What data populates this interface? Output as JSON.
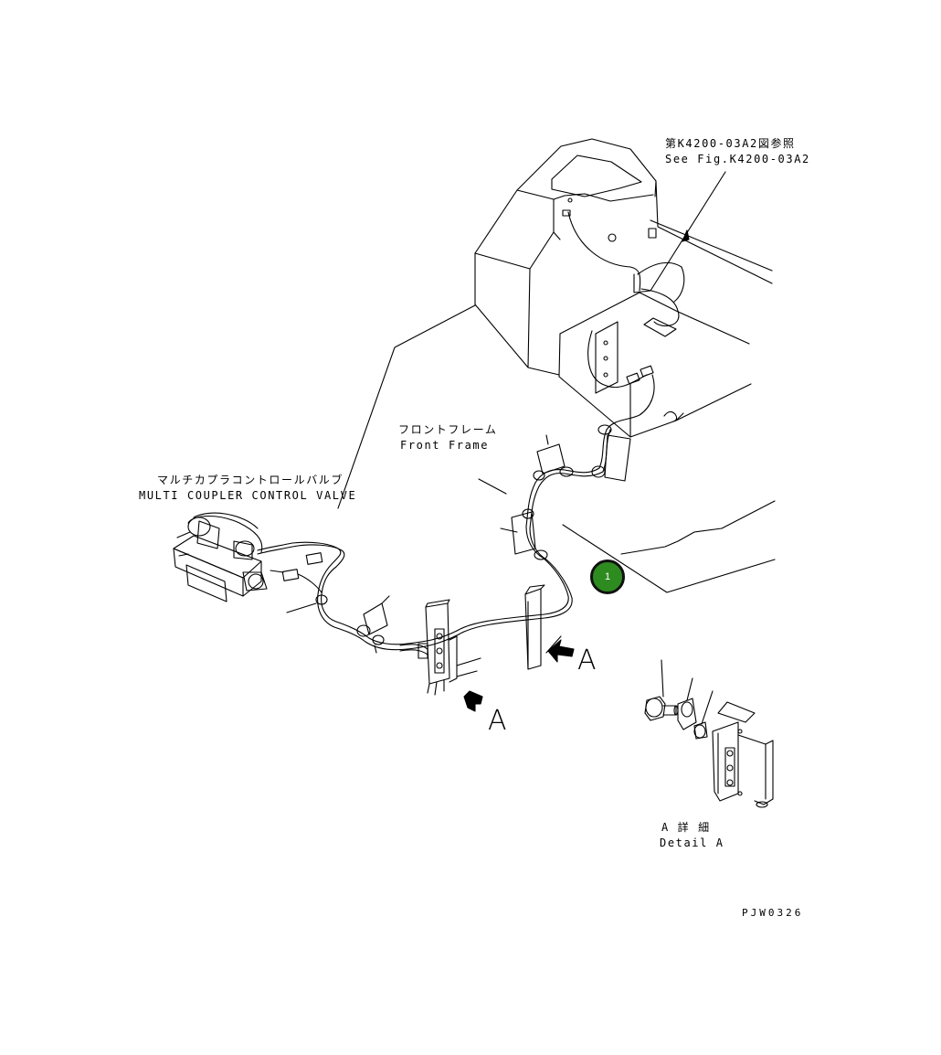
{
  "labels": {
    "ref_jp": "第K4200-03A2図参照",
    "ref_en": "See Fig.K4200-03A2",
    "front_frame_jp": "フロントフレーム",
    "front_frame_en": "Front Frame",
    "valve_jp": "マルチカプラコントロールバルブ",
    "valve_en": "MULTI COUPLER CONTROL VALVE",
    "view_arrow_1": "A",
    "view_arrow_2": "A",
    "detail_jp": "A 詳 細",
    "detail_en": "Detail A",
    "drawing_code": "PJW0326"
  },
  "callouts": [
    {
      "number": "1",
      "color": "#2e8b20"
    }
  ]
}
